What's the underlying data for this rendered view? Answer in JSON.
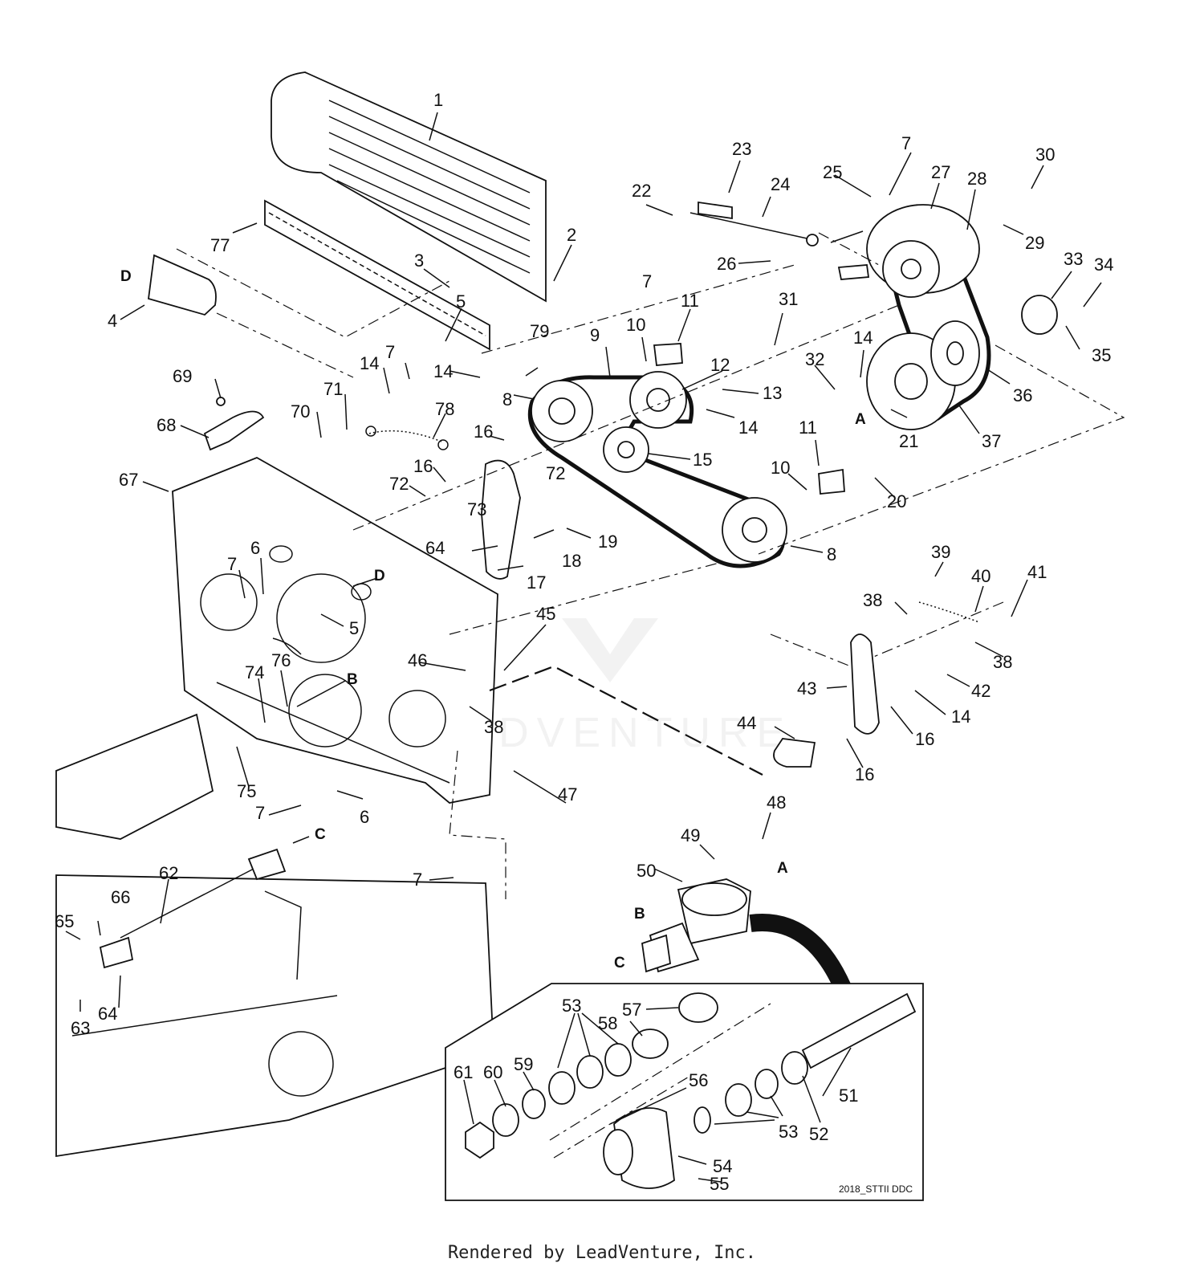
{
  "labels": [
    {
      "id": "1",
      "text": "1"
    },
    {
      "id": "2",
      "text": "2"
    },
    {
      "id": "3",
      "text": "3"
    },
    {
      "id": "4",
      "text": "4"
    },
    {
      "id": "5a",
      "text": "5"
    },
    {
      "id": "5b",
      "text": "5"
    },
    {
      "id": "6a",
      "text": "6"
    },
    {
      "id": "6b",
      "text": "6"
    },
    {
      "id": "7a",
      "text": "7"
    },
    {
      "id": "7b",
      "text": "7"
    },
    {
      "id": "7c",
      "text": "7"
    },
    {
      "id": "7d",
      "text": "7"
    },
    {
      "id": "7e",
      "text": "7"
    },
    {
      "id": "7f",
      "text": "7"
    },
    {
      "id": "8a",
      "text": "8"
    },
    {
      "id": "8b",
      "text": "8"
    },
    {
      "id": "9",
      "text": "9"
    },
    {
      "id": "10a",
      "text": "10"
    },
    {
      "id": "10b",
      "text": "10"
    },
    {
      "id": "11a",
      "text": "11"
    },
    {
      "id": "11b",
      "text": "11"
    },
    {
      "id": "12",
      "text": "12"
    },
    {
      "id": "13",
      "text": "13"
    },
    {
      "id": "14a",
      "text": "14"
    },
    {
      "id": "14b",
      "text": "14"
    },
    {
      "id": "14c",
      "text": "14"
    },
    {
      "id": "14d",
      "text": "14"
    },
    {
      "id": "14e",
      "text": "14"
    },
    {
      "id": "15",
      "text": "15"
    },
    {
      "id": "16a",
      "text": "16"
    },
    {
      "id": "16b",
      "text": "16"
    },
    {
      "id": "16c",
      "text": "16"
    },
    {
      "id": "16d",
      "text": "16"
    },
    {
      "id": "17",
      "text": "17"
    },
    {
      "id": "18",
      "text": "18"
    },
    {
      "id": "19",
      "text": "19"
    },
    {
      "id": "20",
      "text": "20"
    },
    {
      "id": "21",
      "text": "21"
    },
    {
      "id": "22",
      "text": "22"
    },
    {
      "id": "23",
      "text": "23"
    },
    {
      "id": "24",
      "text": "24"
    },
    {
      "id": "25",
      "text": "25"
    },
    {
      "id": "26",
      "text": "26"
    },
    {
      "id": "27",
      "text": "27"
    },
    {
      "id": "28",
      "text": "28"
    },
    {
      "id": "29",
      "text": "29"
    },
    {
      "id": "30",
      "text": "30"
    },
    {
      "id": "31",
      "text": "31"
    },
    {
      "id": "32",
      "text": "32"
    },
    {
      "id": "33",
      "text": "33"
    },
    {
      "id": "34",
      "text": "34"
    },
    {
      "id": "35",
      "text": "35"
    },
    {
      "id": "36",
      "text": "36"
    },
    {
      "id": "37",
      "text": "37"
    },
    {
      "id": "38a",
      "text": "38"
    },
    {
      "id": "38b",
      "text": "38"
    },
    {
      "id": "38c",
      "text": "38"
    },
    {
      "id": "39",
      "text": "39"
    },
    {
      "id": "40",
      "text": "40"
    },
    {
      "id": "41",
      "text": "41"
    },
    {
      "id": "42",
      "text": "42"
    },
    {
      "id": "43",
      "text": "43"
    },
    {
      "id": "44",
      "text": "44"
    },
    {
      "id": "45",
      "text": "45"
    },
    {
      "id": "46",
      "text": "46"
    },
    {
      "id": "47",
      "text": "47"
    },
    {
      "id": "48",
      "text": "48"
    },
    {
      "id": "49",
      "text": "49"
    },
    {
      "id": "50",
      "text": "50"
    },
    {
      "id": "51",
      "text": "51"
    },
    {
      "id": "52",
      "text": "52"
    },
    {
      "id": "53a",
      "text": "53"
    },
    {
      "id": "53b",
      "text": "53"
    },
    {
      "id": "54",
      "text": "54"
    },
    {
      "id": "55",
      "text": "55"
    },
    {
      "id": "56",
      "text": "56"
    },
    {
      "id": "57",
      "text": "57"
    },
    {
      "id": "58",
      "text": "58"
    },
    {
      "id": "59",
      "text": "59"
    },
    {
      "id": "60",
      "text": "60"
    },
    {
      "id": "61",
      "text": "61"
    },
    {
      "id": "62",
      "text": "62"
    },
    {
      "id": "63",
      "text": "63"
    },
    {
      "id": "64a",
      "text": "64"
    },
    {
      "id": "64b",
      "text": "64"
    },
    {
      "id": "65",
      "text": "65"
    },
    {
      "id": "66",
      "text": "66"
    },
    {
      "id": "67",
      "text": "67"
    },
    {
      "id": "68",
      "text": "68"
    },
    {
      "id": "69",
      "text": "69"
    },
    {
      "id": "70",
      "text": "70"
    },
    {
      "id": "71",
      "text": "71"
    },
    {
      "id": "72a",
      "text": "72"
    },
    {
      "id": "72b",
      "text": "72"
    },
    {
      "id": "73",
      "text": "73"
    },
    {
      "id": "74",
      "text": "74"
    },
    {
      "id": "75",
      "text": "75"
    },
    {
      "id": "76",
      "text": "76"
    },
    {
      "id": "77",
      "text": "77"
    },
    {
      "id": "78",
      "text": "78"
    },
    {
      "id": "79",
      "text": "79"
    }
  ],
  "refs": [
    {
      "id": "A1",
      "text": "A"
    },
    {
      "id": "A2",
      "text": "A"
    },
    {
      "id": "B1",
      "text": "B"
    },
    {
      "id": "B2",
      "text": "B"
    },
    {
      "id": "C1",
      "text": "C"
    },
    {
      "id": "C2",
      "text": "C"
    },
    {
      "id": "D1",
      "text": "D"
    },
    {
      "id": "D2",
      "text": "D"
    }
  ],
  "drawing_code": "2018_STTII DDC",
  "watermark": "LEADVENTURE",
  "footer": "Rendered by LeadVenture, Inc.",
  "colors": {
    "ink": "#111111",
    "watermark": "#e6e6e6",
    "background": "#ffffff"
  }
}
